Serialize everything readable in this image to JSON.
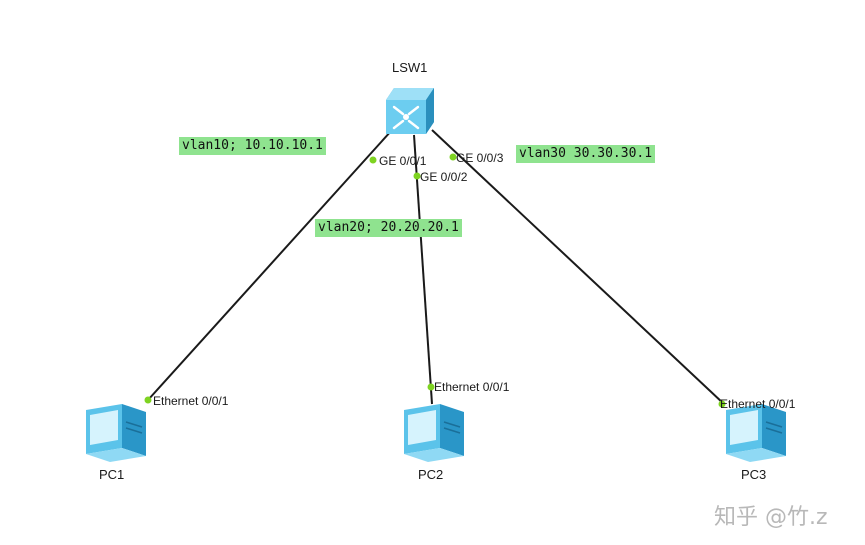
{
  "diagram": {
    "devices": {
      "switch": {
        "name": "LSW1"
      },
      "pc1": {
        "name": "PC1"
      },
      "pc2": {
        "name": "PC2"
      },
      "pc3": {
        "name": "PC3"
      }
    },
    "links": [
      {
        "switch_port": "GE 0/0/1",
        "pc_port": "Ethernet 0/0/1"
      },
      {
        "switch_port": "GE 0/0/2",
        "pc_port": "Ethernet 0/0/1"
      },
      {
        "switch_port": "GE 0/0/3",
        "pc_port": "Ethernet 0/0/1"
      }
    ],
    "notes": [
      "vlan10; 10.10.10.1",
      "vlan20; 20.20.20.1",
      "vlan30 30.30.30.1"
    ],
    "colors": {
      "note_bg": "#8fe38f",
      "port_dot": "#7ed321",
      "link": "#1a1a1a",
      "device": "#5bc3ea"
    },
    "watermark": "知乎 @竹.z"
  }
}
